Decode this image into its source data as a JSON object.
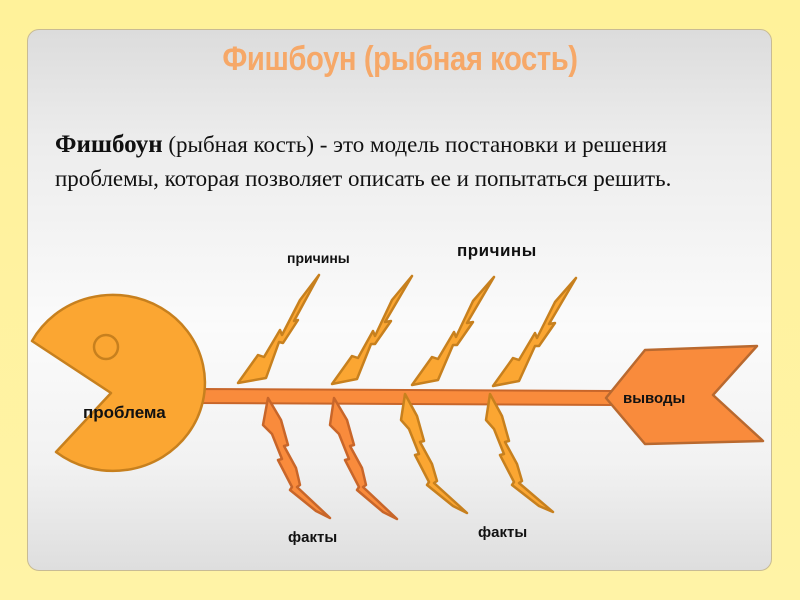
{
  "slide": {
    "title": "Фишбоун (рыбная кость)",
    "description": {
      "bold_term": "Фишбоун",
      "rest": " (рыбная кость) - это модель постановки и решения проблемы, которая позволяет описать ее и попытаться решить."
    }
  },
  "diagram": {
    "head_label": "проблема",
    "tail_label": "выводы",
    "top_labels": [
      "причины",
      "причины"
    ],
    "bottom_labels": [
      "факты",
      "факты"
    ],
    "top_bone_count": 4,
    "bottom_bone_count": 4
  },
  "colors": {
    "background": "#fff19c",
    "title": "#f6a868",
    "head_fill": "#fba632",
    "head_stroke": "#c7801e",
    "spine_fill": "#f98b3c",
    "spine_stroke": "#c8662a",
    "top_bone_fill": "#fba632",
    "bottom_bone_orange": "#f98b3c",
    "bottom_bone_amber": "#fba632",
    "tail_fill": "#f98b3c",
    "tail_stroke": "#b9692f"
  }
}
